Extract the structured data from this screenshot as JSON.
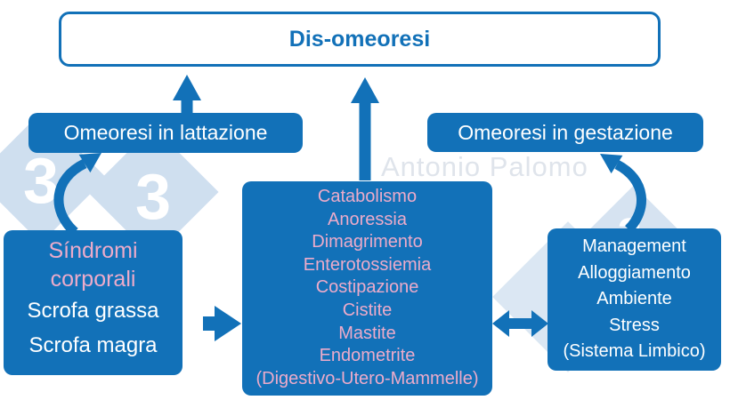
{
  "diagram": {
    "title": "Dis-omeoresi",
    "nodes": {
      "lactation": {
        "label": "Omeoresi in lattazione"
      },
      "gestation": {
        "label": "Omeoresi in gestazione"
      },
      "center": {
        "lines": [
          "Catabolismo",
          "Anoressia",
          "Dimagrimento",
          "Enterotossiemia",
          "Costipazione",
          "Cistite",
          "Mastite",
          "Endometrite",
          "(Digestivo-Utero-Mammelle)"
        ]
      },
      "left": {
        "title_lines": [
          "Síndromi",
          "corporali"
        ],
        "body_lines": [
          "Scrofa grassa",
          "Scrofa magra"
        ]
      },
      "right": {
        "lines": [
          "Management",
          "Alloggiamento",
          "Ambiente",
          "Stress",
          "(Sistema Limbico)"
        ]
      }
    },
    "watermark": {
      "author": "Antonio Palomo",
      "logo_digit": "3"
    },
    "colors": {
      "box_blue": "#1271b8",
      "pink_text": "#ecabca",
      "white_text": "#ffffff",
      "watermark_diamond": "#cfdfef",
      "watermark_author": "#dfe4eb"
    }
  }
}
